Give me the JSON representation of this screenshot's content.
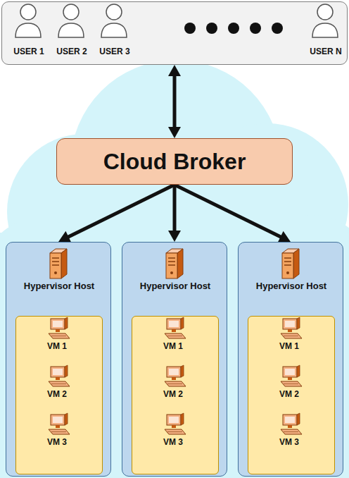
{
  "diagram": {
    "nodes": [
      {
        "text": [
          "USER 1",
          "USER 2",
          "USER 3",
          "USER N"
        ]
      },
      {
        "text": [
          "Cloud Broker"
        ]
      },
      {
        "text": [
          "Hypervisor Host"
        ]
      },
      {
        "text": [
          "VM 1",
          "VM 2",
          "VM 3"
        ],
        "in": 2
      },
      {
        "text": [
          "Hypervisor Host"
        ]
      },
      {
        "text": [
          "VM 1",
          "VM 2",
          "VM 3"
        ],
        "in": 4
      },
      {
        "text": [
          "Hypervisor Host"
        ]
      },
      {
        "text": [
          "VM 1",
          "VM 2",
          "VM 3"
        ],
        "in": 6
      }
    ],
    "edges": [
      {
        "from": 0,
        "to": 1,
        "arrow": "both"
      },
      {
        "from": 1,
        "to": 2,
        "arrow": "to"
      },
      {
        "from": 1,
        "to": 4,
        "arrow": "to"
      },
      {
        "from": 1,
        "to": 6,
        "arrow": "to"
      }
    ]
  }
}
